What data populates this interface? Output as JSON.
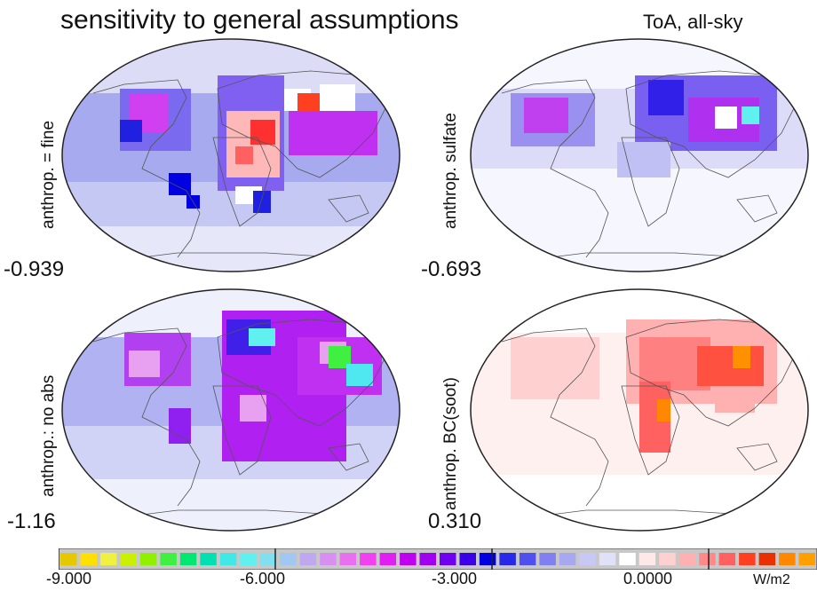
{
  "header": {
    "title": "sensitivity to general assumptions",
    "subtitle": "ToA, all-sky"
  },
  "panels": [
    {
      "label": "anthrop. = fine",
      "value": "-0.939"
    },
    {
      "label": "anthrop. sulfate",
      "value": "-0.693"
    },
    {
      "label": "anthrop.: no abs",
      "value": "-1.16"
    },
    {
      "label": "anthrop. BC(soot)",
      "value": "0.310"
    }
  ],
  "colorbar": {
    "ticks": [
      "-9.000",
      "-6.000",
      "-3.000",
      "0.0000"
    ],
    "unit": "W/m2",
    "range": [
      -9,
      1.5
    ],
    "colors": [
      "#e6c800",
      "#ffe000",
      "#f0f040",
      "#c8f000",
      "#90f000",
      "#40f040",
      "#00e870",
      "#00e0b0",
      "#40e8e8",
      "#60f0f0",
      "#80e0f0",
      "#a0c8f0",
      "#c0a8f0",
      "#d890f0",
      "#e870f0",
      "#f040f0",
      "#e020f0",
      "#c000f0",
      "#a000f0",
      "#7000f0",
      "#3c00e8",
      "#0000e0",
      "#2828e8",
      "#5050f0",
      "#8080f0",
      "#a8a8f0",
      "#c8c8f4",
      "#e0e0f8",
      "#ffffff",
      "#ffe8e8",
      "#ffd0d0",
      "#ffb0b0",
      "#ff8888",
      "#ff6060",
      "#ff4020",
      "#e83000",
      "#ff8800",
      "#ffa000"
    ]
  }
}
